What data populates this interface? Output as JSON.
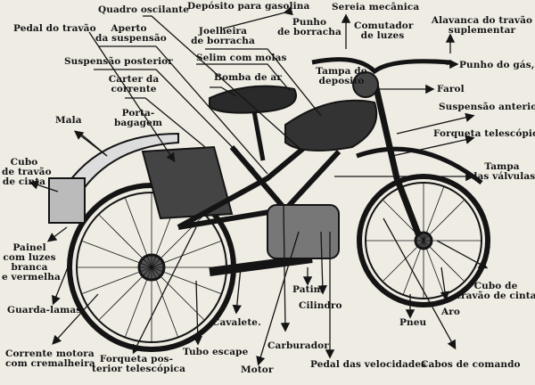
{
  "diagram": {
    "subject": "motorcycle",
    "labels": {
      "pedal_travao": "Pedal do travão",
      "quadro_oscilante": "Quadro oscilante",
      "aperto_suspensao_1": "Aperto",
      "aperto_suspensao_2": "da suspensão",
      "suspensao_posterior": "Suspensão posterior",
      "carter_1": "Carter da",
      "carter_2": "corrente",
      "deposito_gasolina": "Depósito para gasolina",
      "joelheira_1": "Joelheira",
      "joelheira_2": "de borracha",
      "selim": "Selim com molas",
      "bomba": "Bomba de ar",
      "punho_borracha_1": "Punho",
      "punho_borracha_2": "de borracha",
      "sereia": "Sereia mecânica",
      "comutador_1": "Comutador",
      "comutador_2": "de luzes",
      "tampa_deposito_1": "Tampa do",
      "tampa_deposito_2": "deposito",
      "alavanca_1": "Alavanca do travão",
      "alavanca_2": "suplementar",
      "punho_gas": "Punho do gás,",
      "farol": "Farol",
      "suspensao_anterior": "Suspensão anterior",
      "forqueta_telescopica": "Forqueta telescópica",
      "tampa_valvulas_1": "Tampa",
      "tampa_valvulas_2": "das válvulas",
      "mala": "Mala",
      "porta_bagagem_1": "Porta-",
      "porta_bagagem_2": "bagagem",
      "cubo_tras_1": "Cubo",
      "cubo_tras_2": "de travão",
      "cubo_tras_3": "de cinta",
      "painel_1": "Painel",
      "painel_2": "com luzes",
      "painel_3": "branca",
      "painel_4": "e vermelha",
      "guarda_lamas": "Guarda-lamas",
      "corrente_1": "Corrente motora",
      "corrente_2": "com cremalheira",
      "forqueta_post_1": "Forqueta pos-",
      "forqueta_post_2": "terior telescópica",
      "tubo_escape": "Tubo escape",
      "cavalete": "Cavalete.",
      "motor": "Motor",
      "carburador": "Carburador",
      "patim": "Patim",
      "cilindro": "Cilindro",
      "pedal_velocidades": "Pedal das velocidades",
      "cabos_comando": "Cabos de comando",
      "pneu": "Pneu",
      "aro": "Aro",
      "cubo_frente_1": "Cubo de",
      "cubo_frente_2": "travão de cinta"
    },
    "colors": {
      "paper": "#efece4",
      "ink": "#141414"
    }
  }
}
